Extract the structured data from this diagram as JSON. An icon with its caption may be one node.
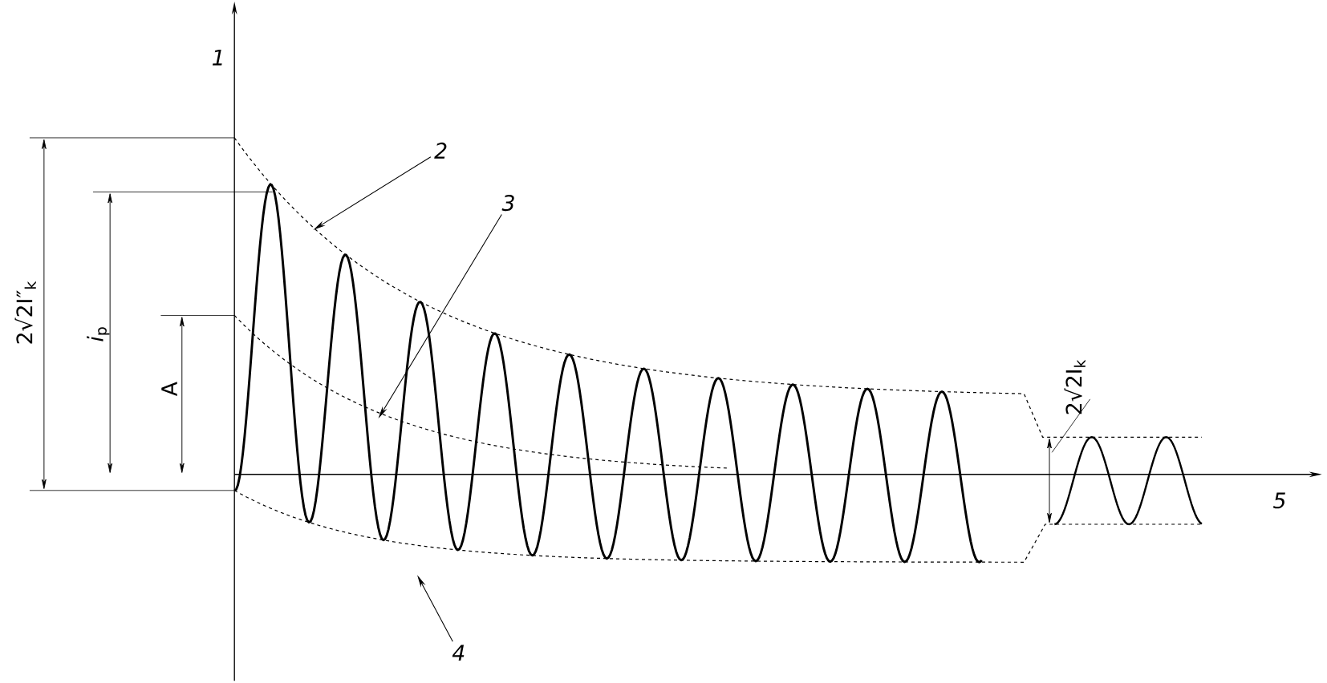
{
  "diagram": {
    "nodes": [
      {
        "text": [
          "*2*"
        ]
      },
      {
        "text": [
          "*3*"
        ]
      },
      {
        "text": [
          "*4*"
        ]
      }
    ],
    "edges": [
      {
        "from": 0,
        "to": null,
        "arrow": "to"
      },
      {
        "from": 1,
        "to": null,
        "arrow": "to"
      },
      {
        "from": 2,
        "to": null,
        "arrow": "to"
      }
    ],
    "labels": [
      "*1*",
      "*5*",
      "2√2I″$_{k}$",
      "*i*$_{p}$",
      "A",
      "2√2I$_{k}$"
    ]
  }
}
